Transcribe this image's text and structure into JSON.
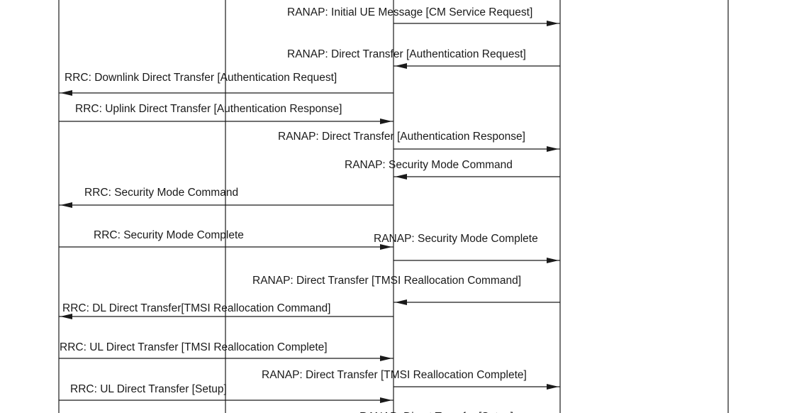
{
  "title": "",
  "lifelines": [
    {
      "id": "L1"
    },
    {
      "id": "L2"
    },
    {
      "id": "L3"
    },
    {
      "id": "L4"
    },
    {
      "id": "L5"
    }
  ],
  "messages": [
    {
      "label": "RANAP: Initial UE Message [CM Service Request]",
      "from": "L3",
      "to": "L4"
    },
    {
      "label": "RANAP: Direct Transfer [Authentication Request]",
      "from": "L4",
      "to": "L3"
    },
    {
      "label": "RRC: Downlink Direct Transfer [Authentication Request]",
      "from": "L3",
      "to": "L1"
    },
    {
      "label": "RRC: Uplink Direct Transfer [Authentication Response]",
      "from": "L1",
      "to": "L3"
    },
    {
      "label": "RANAP: Direct Transfer [Authentication Response]",
      "from": "L3",
      "to": "L4"
    },
    {
      "label": "RANAP: Security Mode Command",
      "from": "L4",
      "to": "L3"
    },
    {
      "label": "RRC: Security Mode Command",
      "from": "L3",
      "to": "L1"
    },
    {
      "label": "RRC: Security Mode Complete",
      "from": "L1",
      "to": "L3"
    },
    {
      "label": "RANAP: Security Mode Complete",
      "from": "L3",
      "to": "L4"
    },
    {
      "label": "RANAP: Direct Transfer [TMSI Reallocation Command]",
      "from": "L4",
      "to": "L3"
    },
    {
      "label": "RRC: DL Direct Transfer[TMSI Reallocation Command]",
      "from": "L3",
      "to": "L1"
    },
    {
      "label": "RRC: UL Direct Transfer [TMSI Reallocation Complete]",
      "from": "L1",
      "to": "L3"
    },
    {
      "label": "RANAP: Direct Transfer [TMSI Reallocation Complete]",
      "from": "L3",
      "to": "L4"
    },
    {
      "label": "RRC: UL Direct Transfer [Setup]",
      "from": "L1",
      "to": "L3"
    },
    {
      "label": "RANAP: Direct Transfer [Setup]",
      "from": "L3",
      "to": "L4"
    }
  ]
}
